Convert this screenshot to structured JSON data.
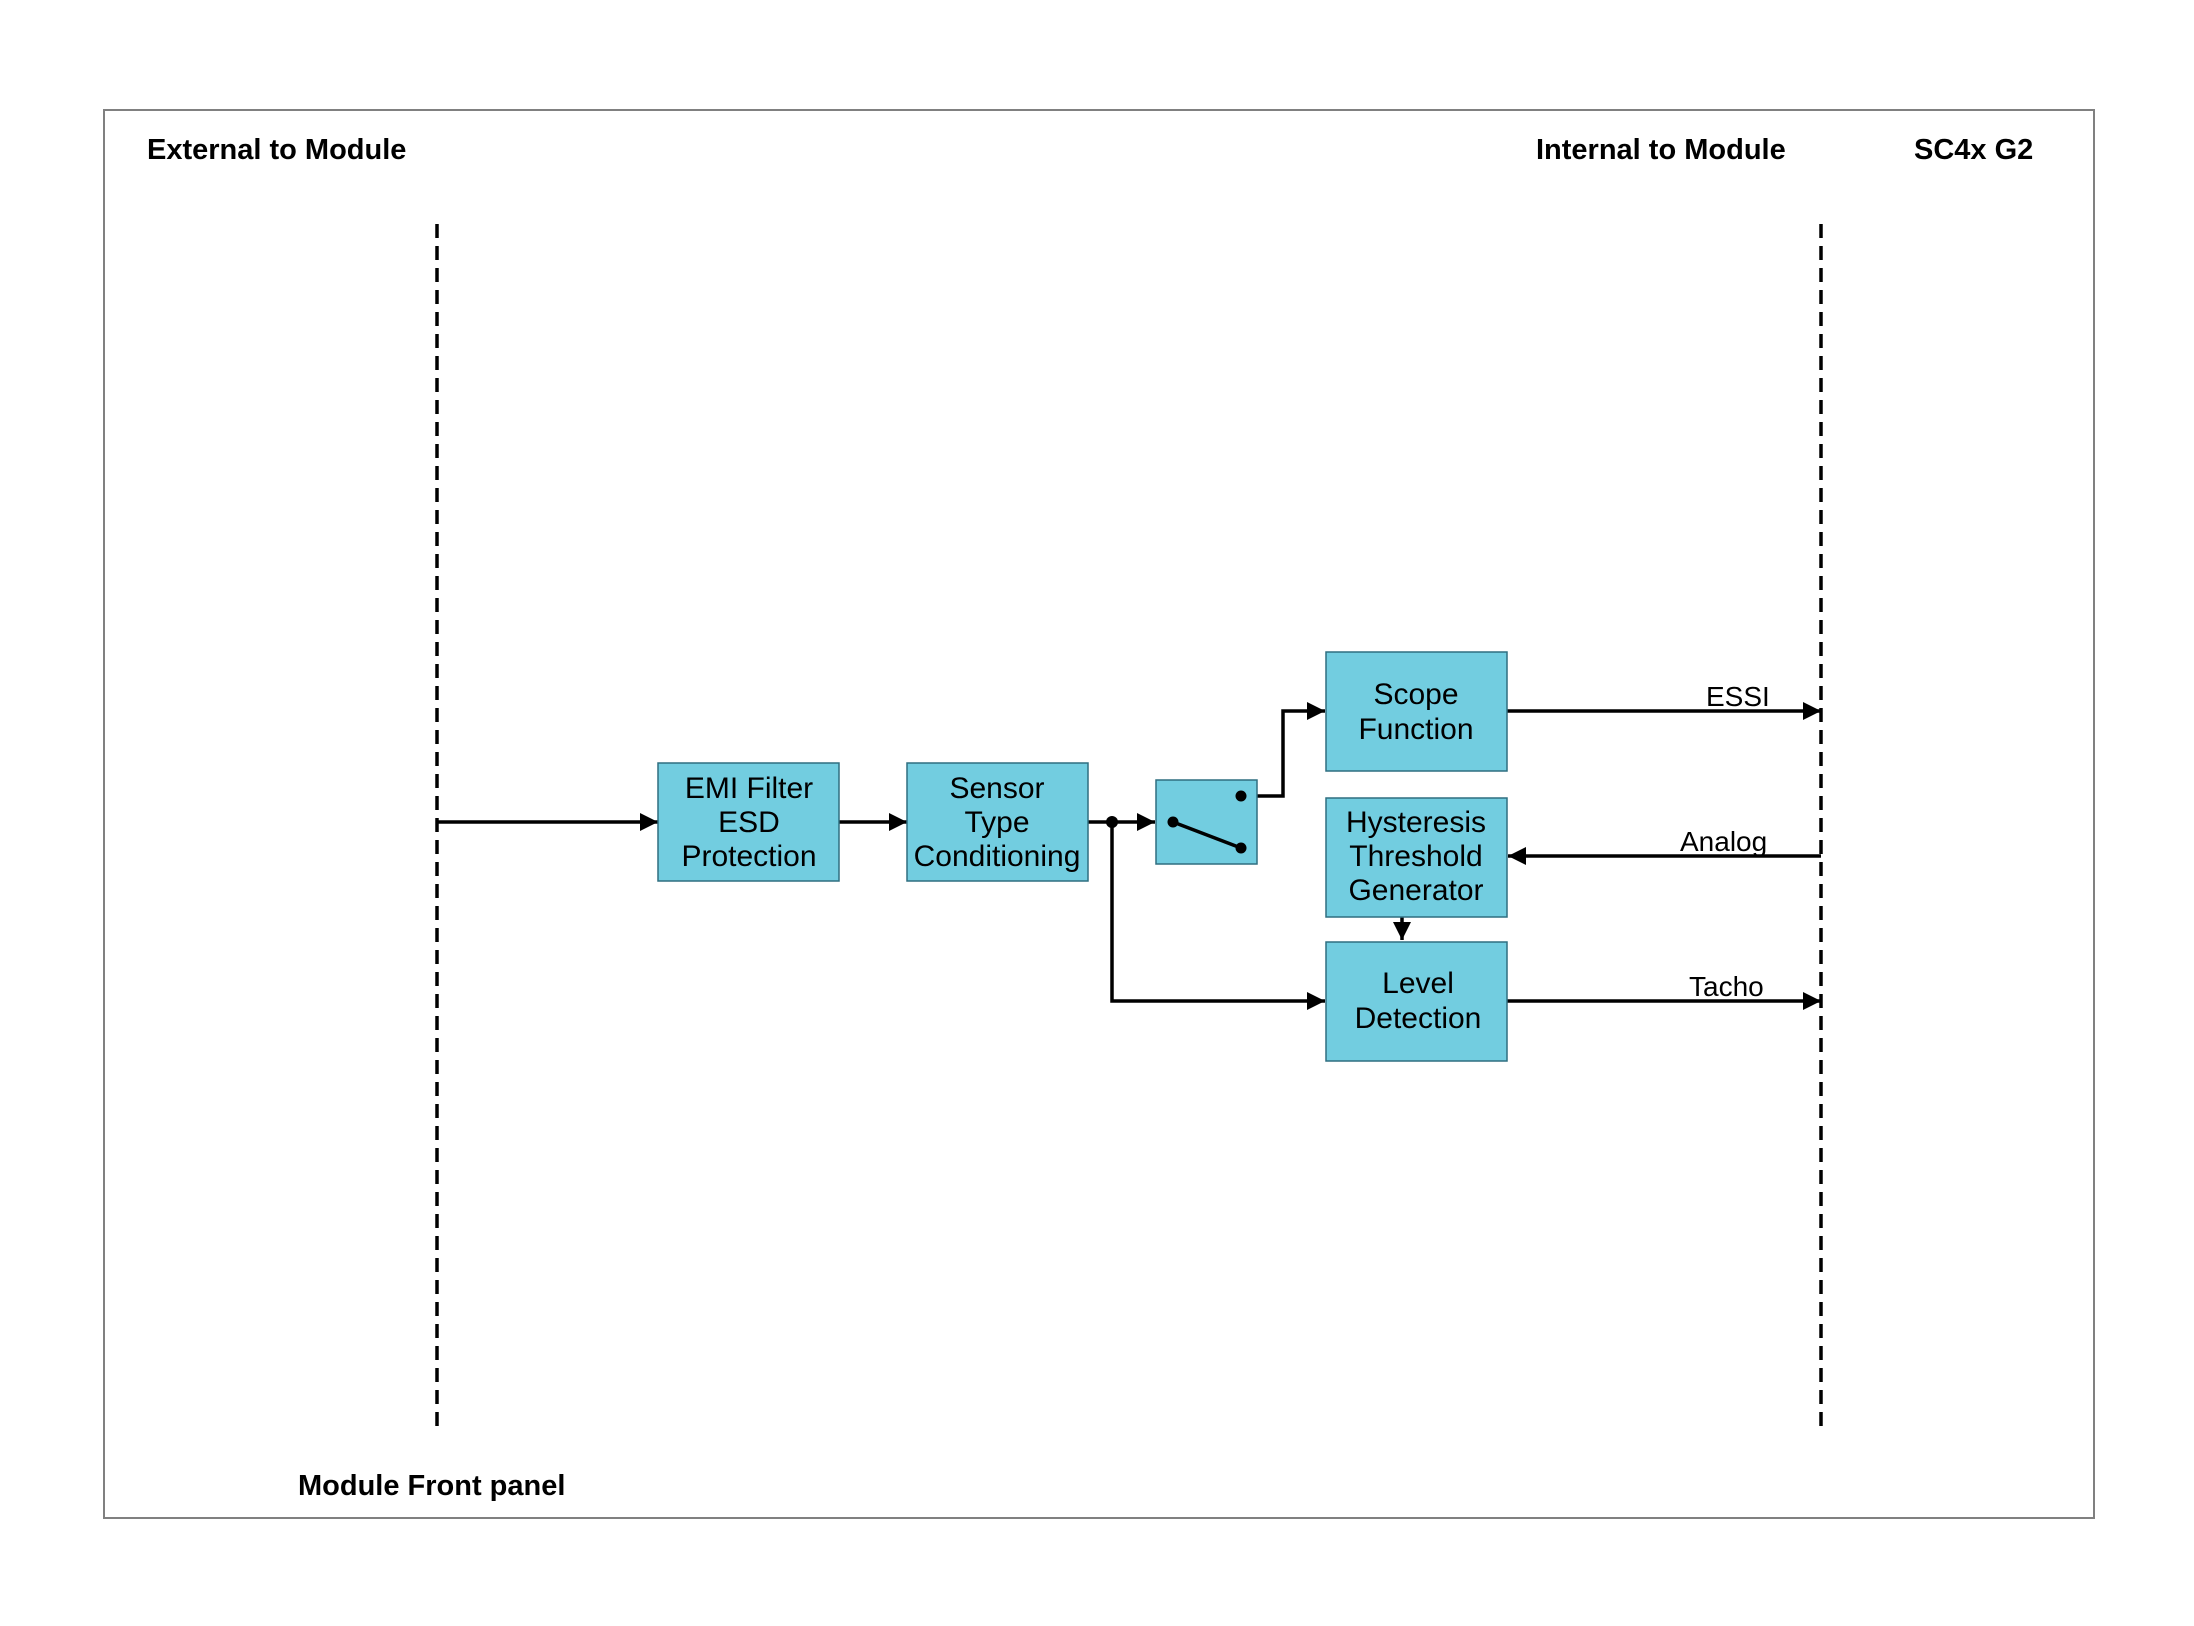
{
  "headers": {
    "external": "External to Module",
    "internal": "Internal to Module",
    "model": "SC4x G2",
    "front_panel": "Module Front panel"
  },
  "blocks": {
    "emi": [
      "EMI Filter",
      "ESD",
      "Protection"
    ],
    "sensor": [
      "Sensor",
      "Type",
      "Conditioning"
    ],
    "scope": [
      "Scope",
      "Function"
    ],
    "hysteresis": [
      "Hysteresis",
      "Threshold",
      "Generator"
    ],
    "level": [
      "Level",
      "Detection"
    ]
  },
  "signals": {
    "essi": "ESSI",
    "analog": "Analog",
    "tacho": "Tacho"
  },
  "colors": {
    "block_fill": "#72CDE0",
    "line": "#000000",
    "frame": "#808080"
  }
}
